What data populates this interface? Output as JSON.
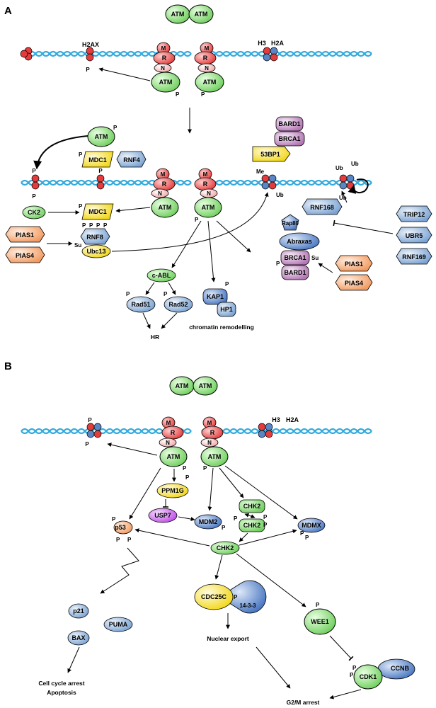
{
  "panels": {
    "a": "A",
    "b": "B"
  },
  "labels": {
    "atm": "ATM",
    "m": "M",
    "r": "R",
    "n": "N",
    "p": "P",
    "h2ax": "H2AX",
    "h3": "H3",
    "h2a": "H2A",
    "me": "Me",
    "ub": "Ub",
    "su": "Su",
    "mdc1": "MDC1",
    "rnf4": "RNF4",
    "rnf8": "RNF8",
    "ubc13": "Ubc13",
    "ck2": "CK2",
    "pias1": "PIAS1",
    "pias4": "PIAS4",
    "bp53": "53BP1",
    "brca1": "BRCA1",
    "bard1": "BARD1",
    "rnf168": "RNF168",
    "trip12": "TRIP12",
    "ubr5": "UBR5",
    "rnf169": "RNF169",
    "rap80": "Rap80",
    "abraxas": "Abraxas",
    "cabl": "c-ABL",
    "rad51": "Rad51",
    "rad52": "Rad52",
    "kap1": "KAP1",
    "hp1": "HP1",
    "ppm1g": "PPM1G",
    "usp7": "USP7",
    "mdm2": "MDM2",
    "chk2": "CHK2",
    "mdmx": "MDMX",
    "p53": "p53",
    "p21": "p21",
    "puma": "PUMA",
    "bax": "BAX",
    "cdc25c": "CDC25C",
    "prot1433": "14-3-3",
    "wee1": "WEE1",
    "ccnb": "CCNB",
    "cdk1": "CDK1"
  },
  "outcomes": {
    "hr": "HR",
    "chromatin": "chromatin remodelling",
    "arrest1": "Cell cycle arrest",
    "apoptosis": "Apoptosis",
    "export": "Nuclear export",
    "g2m": "G2/M arrest"
  },
  "colors": {
    "dna": "#33aadd",
    "atm": "#88dd77",
    "mrn_dark": "#e84848",
    "mrn_light": "#f5b5b5",
    "histone_red": "#e43c3c",
    "histone_blue": "#5b86c4",
    "blue_protein": "#8ab0d8",
    "yellow_protein": "#f5e23c",
    "purple_protein": "#cc99cc",
    "orange_protein": "#f9b183",
    "violet_protein": "#cc55ee"
  }
}
